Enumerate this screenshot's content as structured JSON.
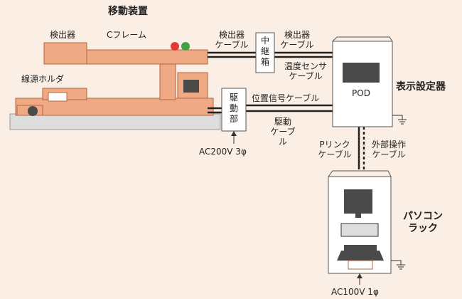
{
  "colors": {
    "background": "#fbeee4",
    "machine_fill": "#f0a985",
    "machine_stroke": "#b0683f",
    "base_fill": "#dddddd",
    "cabinet_fill": "#ffffff",
    "screen_fill": "#4a4a4a",
    "cable": "#222222",
    "lamp_red": "#e53935",
    "lamp_green": "#43a047"
  },
  "labels": {
    "moving_device": "移動装置",
    "detector": "検出器",
    "c_frame": "Cフレーム",
    "source_holder": "線源ホルダ",
    "detector_cable_1": "検出器\nケーブル",
    "detector_cable_2": "検出器\nケーブル",
    "relay_box": "中継箱",
    "temp_sensor_cable": "温度センサ\nケーブル",
    "position_signal_cable": "位置信号ケーブル",
    "drive_unit": "駆動部",
    "drive_cable": "駆動\nケーブル",
    "display_setting_unit": "表示設定器",
    "pod": "POD",
    "p_link_cable": "Pリンク\nケーブル",
    "external_operation_cable": "外部操作\nケーブル",
    "pc_rack": "パソコン\nラック",
    "ac200v": "AC200V 3φ",
    "ac100v": "AC100V 1φ"
  },
  "icons": {
    "lamps": "signal-lamps-icon",
    "ground_pod": "ground-icon",
    "ground_rack": "ground-icon",
    "monitor": "monitor-icon",
    "keyboard": "keyboard-icon",
    "printer": "printer-icon",
    "arrow_ac200": "arrow-up-icon",
    "arrow_ac100": "arrow-up-icon"
  }
}
